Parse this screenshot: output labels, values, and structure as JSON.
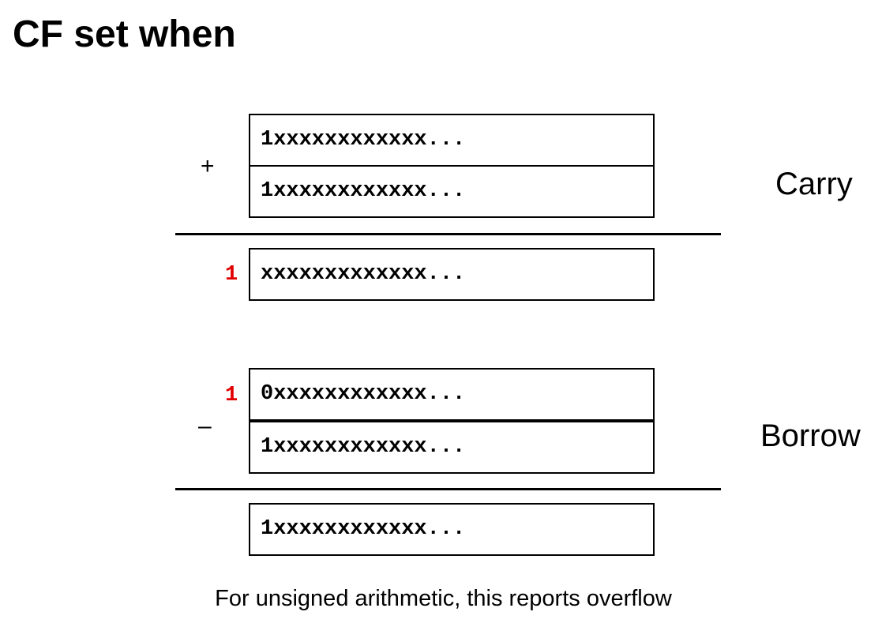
{
  "title": "CF set when",
  "carry": {
    "operator": "+",
    "operand1": "1xxxxxxxxxxxx...",
    "operand2": "1xxxxxxxxxxxx...",
    "carry_out": "1",
    "result": "xxxxxxxxxxxxx...",
    "label": "Carry"
  },
  "borrow": {
    "operator": "–",
    "borrow_in": "1",
    "operand1": "0xxxxxxxxxxxx...",
    "operand2": "1xxxxxxxxxxxx...",
    "result": "1xxxxxxxxxxxx...",
    "label": "Borrow"
  },
  "caption": "For unsigned arithmetic, this reports overflow",
  "colors": {
    "highlight_bit": "#e00000",
    "text": "#000000",
    "background": "#ffffff"
  }
}
